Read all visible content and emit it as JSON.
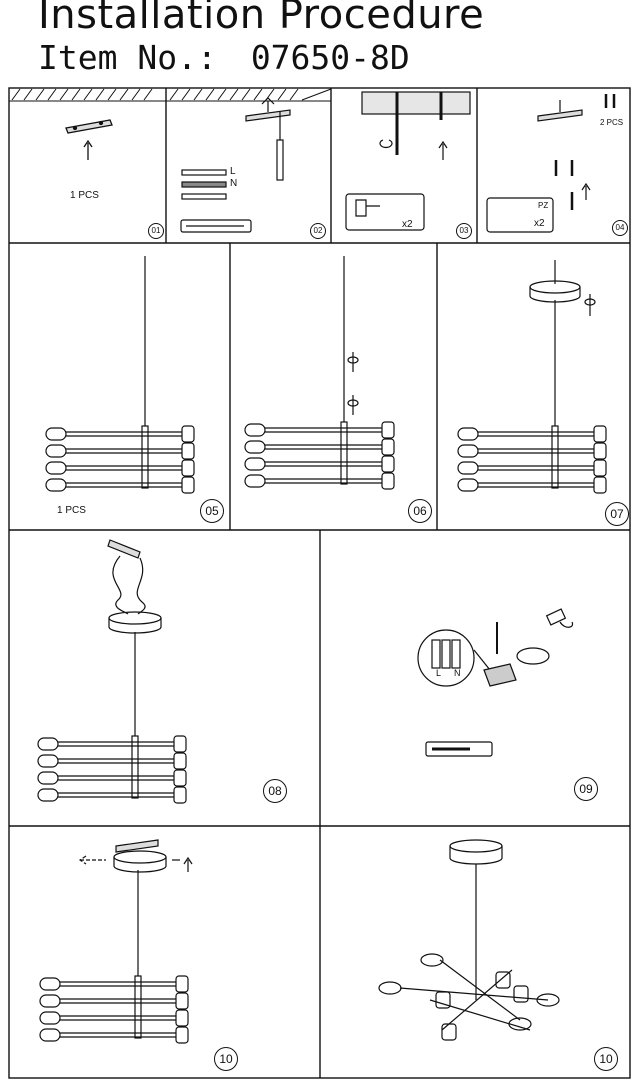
{
  "header": {
    "title": "Installation Procedure",
    "item_label": "Item No.:",
    "item_number": "07650-8D"
  },
  "steps": {
    "s01": {
      "number": "01",
      "qty": "1 PCS"
    },
    "s02": {
      "number": "02",
      "wire_l": "L",
      "wire_n": "N"
    },
    "s03": {
      "number": "03",
      "count": "x2"
    },
    "s04": {
      "number": "04",
      "qty": "2 PCS",
      "screw_type": "PZ",
      "count": "x2"
    },
    "s05": {
      "number": "05",
      "qty": "1 PCS"
    },
    "s06": {
      "number": "06"
    },
    "s07": {
      "number": "07"
    },
    "s08": {
      "number": "08"
    },
    "s09": {
      "number": "09",
      "terminal_l": "L",
      "terminal_n": "N"
    },
    "s10a": {
      "number": "10"
    },
    "s10b": {
      "number": "10"
    }
  }
}
